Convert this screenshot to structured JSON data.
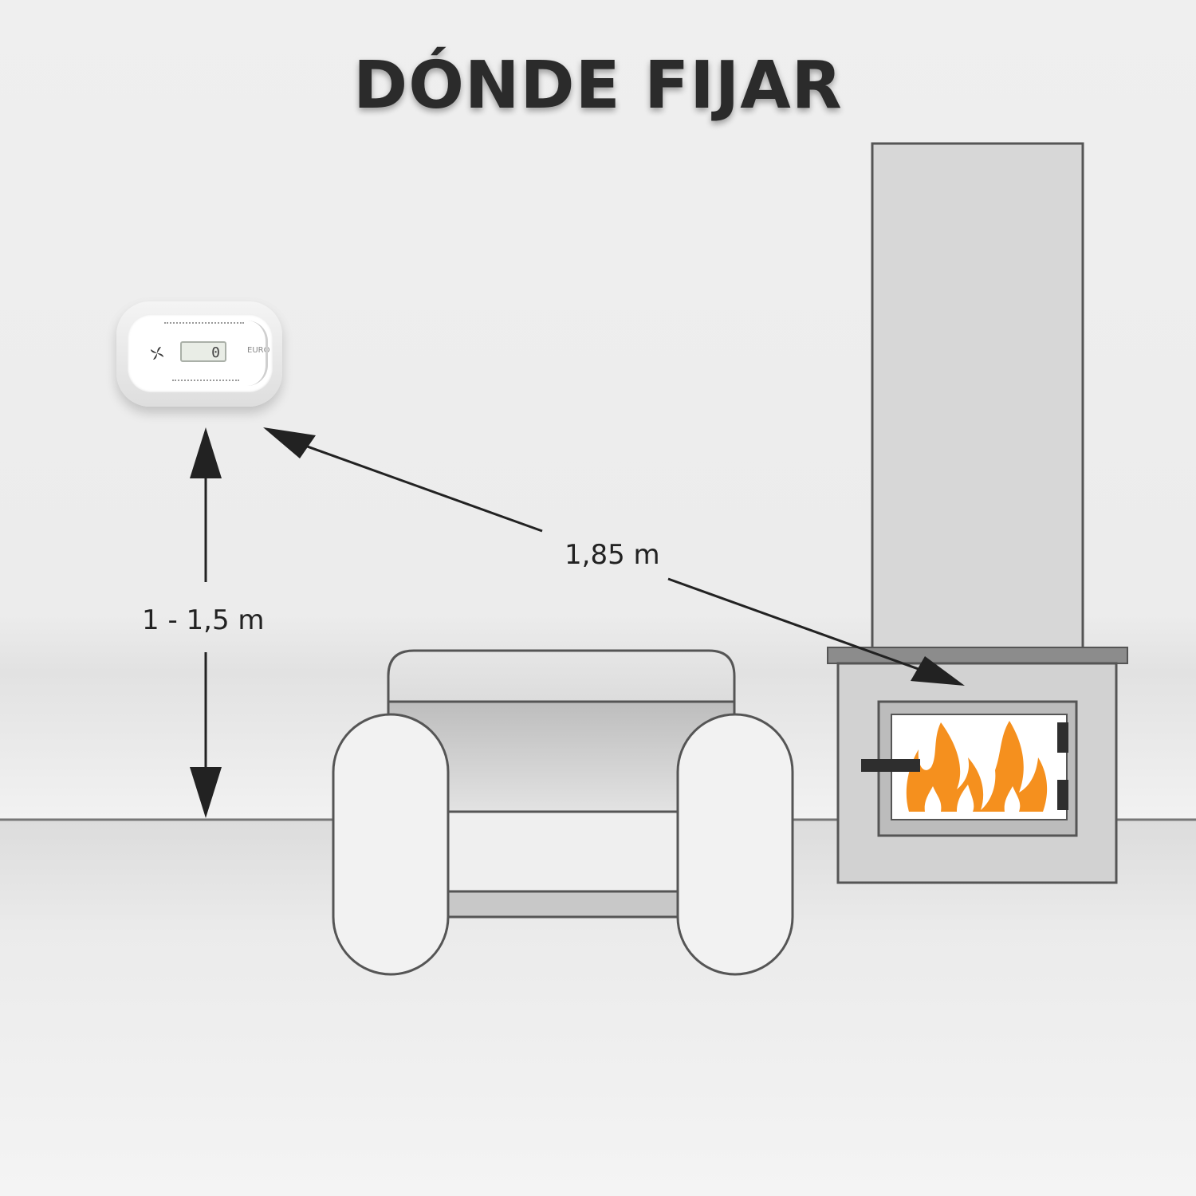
{
  "title": "DÓNDE FIJAR",
  "labels": {
    "height_range": "1 - 1,5 m",
    "distance": "1,85 m"
  },
  "detector": {
    "display_value": "0",
    "logo_text": "EURO"
  },
  "colors": {
    "background": "#efefef",
    "outline": "#555555",
    "chimney_fill": "#d7d7d7",
    "stove_fill": "#d2d2d2",
    "mantel_fill": "#8c8c8c",
    "flame_orange": "#f5901e",
    "flame_light": "#ffffff",
    "arrow": "#222222",
    "title_text": "#2b2b2b"
  },
  "icons": {
    "detector_fan": "fan-icon",
    "fire": "flame-icon"
  }
}
